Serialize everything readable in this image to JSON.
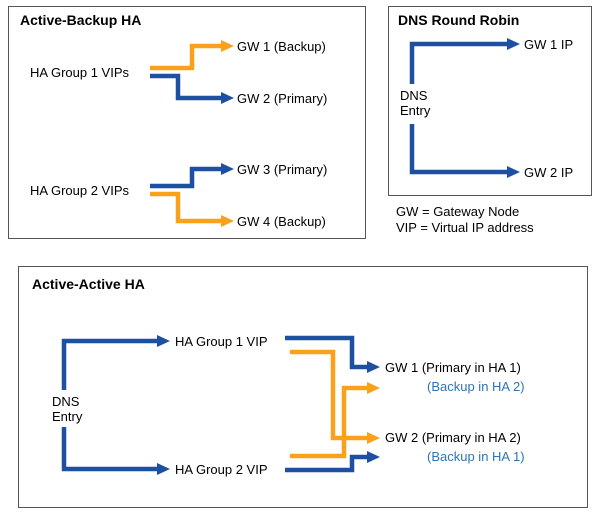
{
  "colors": {
    "blue": "#1F4FA0",
    "orange": "#F9A11B",
    "backup_text": "#2E74B5"
  },
  "active_backup": {
    "title": "Active-Backup HA",
    "group1": {
      "label": "HA Group 1 VIPs",
      "gw1": "GW 1 (Backup)",
      "gw2": "GW 2 (Primary)"
    },
    "group2": {
      "label": "HA Group 2 VIPs",
      "gw3": "GW 3 (Primary)",
      "gw4": "GW 4 (Backup)"
    }
  },
  "dns_round_robin": {
    "title": "DNS Round Robin",
    "dns_line1": "DNS",
    "dns_line2": "Entry",
    "gw1_ip": "GW 1 IP",
    "gw2_ip": "GW 2 IP"
  },
  "legend": {
    "gw": "GW = Gateway Node",
    "vip": "VIP = Virtual IP address"
  },
  "active_active": {
    "title": "Active-Active HA",
    "dns_line1": "DNS",
    "dns_line2": "Entry",
    "group1_vip": "HA Group 1 VIP",
    "group2_vip": "HA Group 2 VIP",
    "gw1_line1": "GW 1 (Primary in HA 1)",
    "gw1_line2": "(Backup in HA 2)",
    "gw2_line1": "GW 2 (Primary in HA 2)",
    "gw2_line2": "(Backup in HA 1)"
  },
  "connections": {
    "active_backup": [
      {
        "from": "HA Group 1 VIPs",
        "to": "GW 1 (Backup)",
        "color": "orange"
      },
      {
        "from": "HA Group 1 VIPs",
        "to": "GW 2 (Primary)",
        "color": "blue"
      },
      {
        "from": "HA Group 2 VIPs",
        "to": "GW 3 (Primary)",
        "color": "blue"
      },
      {
        "from": "HA Group 2 VIPs",
        "to": "GW 4 (Backup)",
        "color": "orange"
      }
    ],
    "dns_round_robin": [
      {
        "from": "DNS Entry",
        "to": "GW 1 IP",
        "color": "blue"
      },
      {
        "from": "DNS Entry",
        "to": "GW 2 IP",
        "color": "blue"
      }
    ],
    "active_active": [
      {
        "from": "DNS Entry",
        "to": "HA Group 1 VIP",
        "color": "blue"
      },
      {
        "from": "DNS Entry",
        "to": "HA Group 2 VIP",
        "color": "blue"
      },
      {
        "from": "HA Group 1 VIP",
        "to": "GW 1",
        "color": "blue"
      },
      {
        "from": "HA Group 1 VIP",
        "to": "GW 2",
        "color": "orange"
      },
      {
        "from": "HA Group 2 VIP",
        "to": "GW 2",
        "color": "blue"
      },
      {
        "from": "HA Group 2 VIP",
        "to": "GW 1",
        "color": "orange"
      }
    ]
  }
}
